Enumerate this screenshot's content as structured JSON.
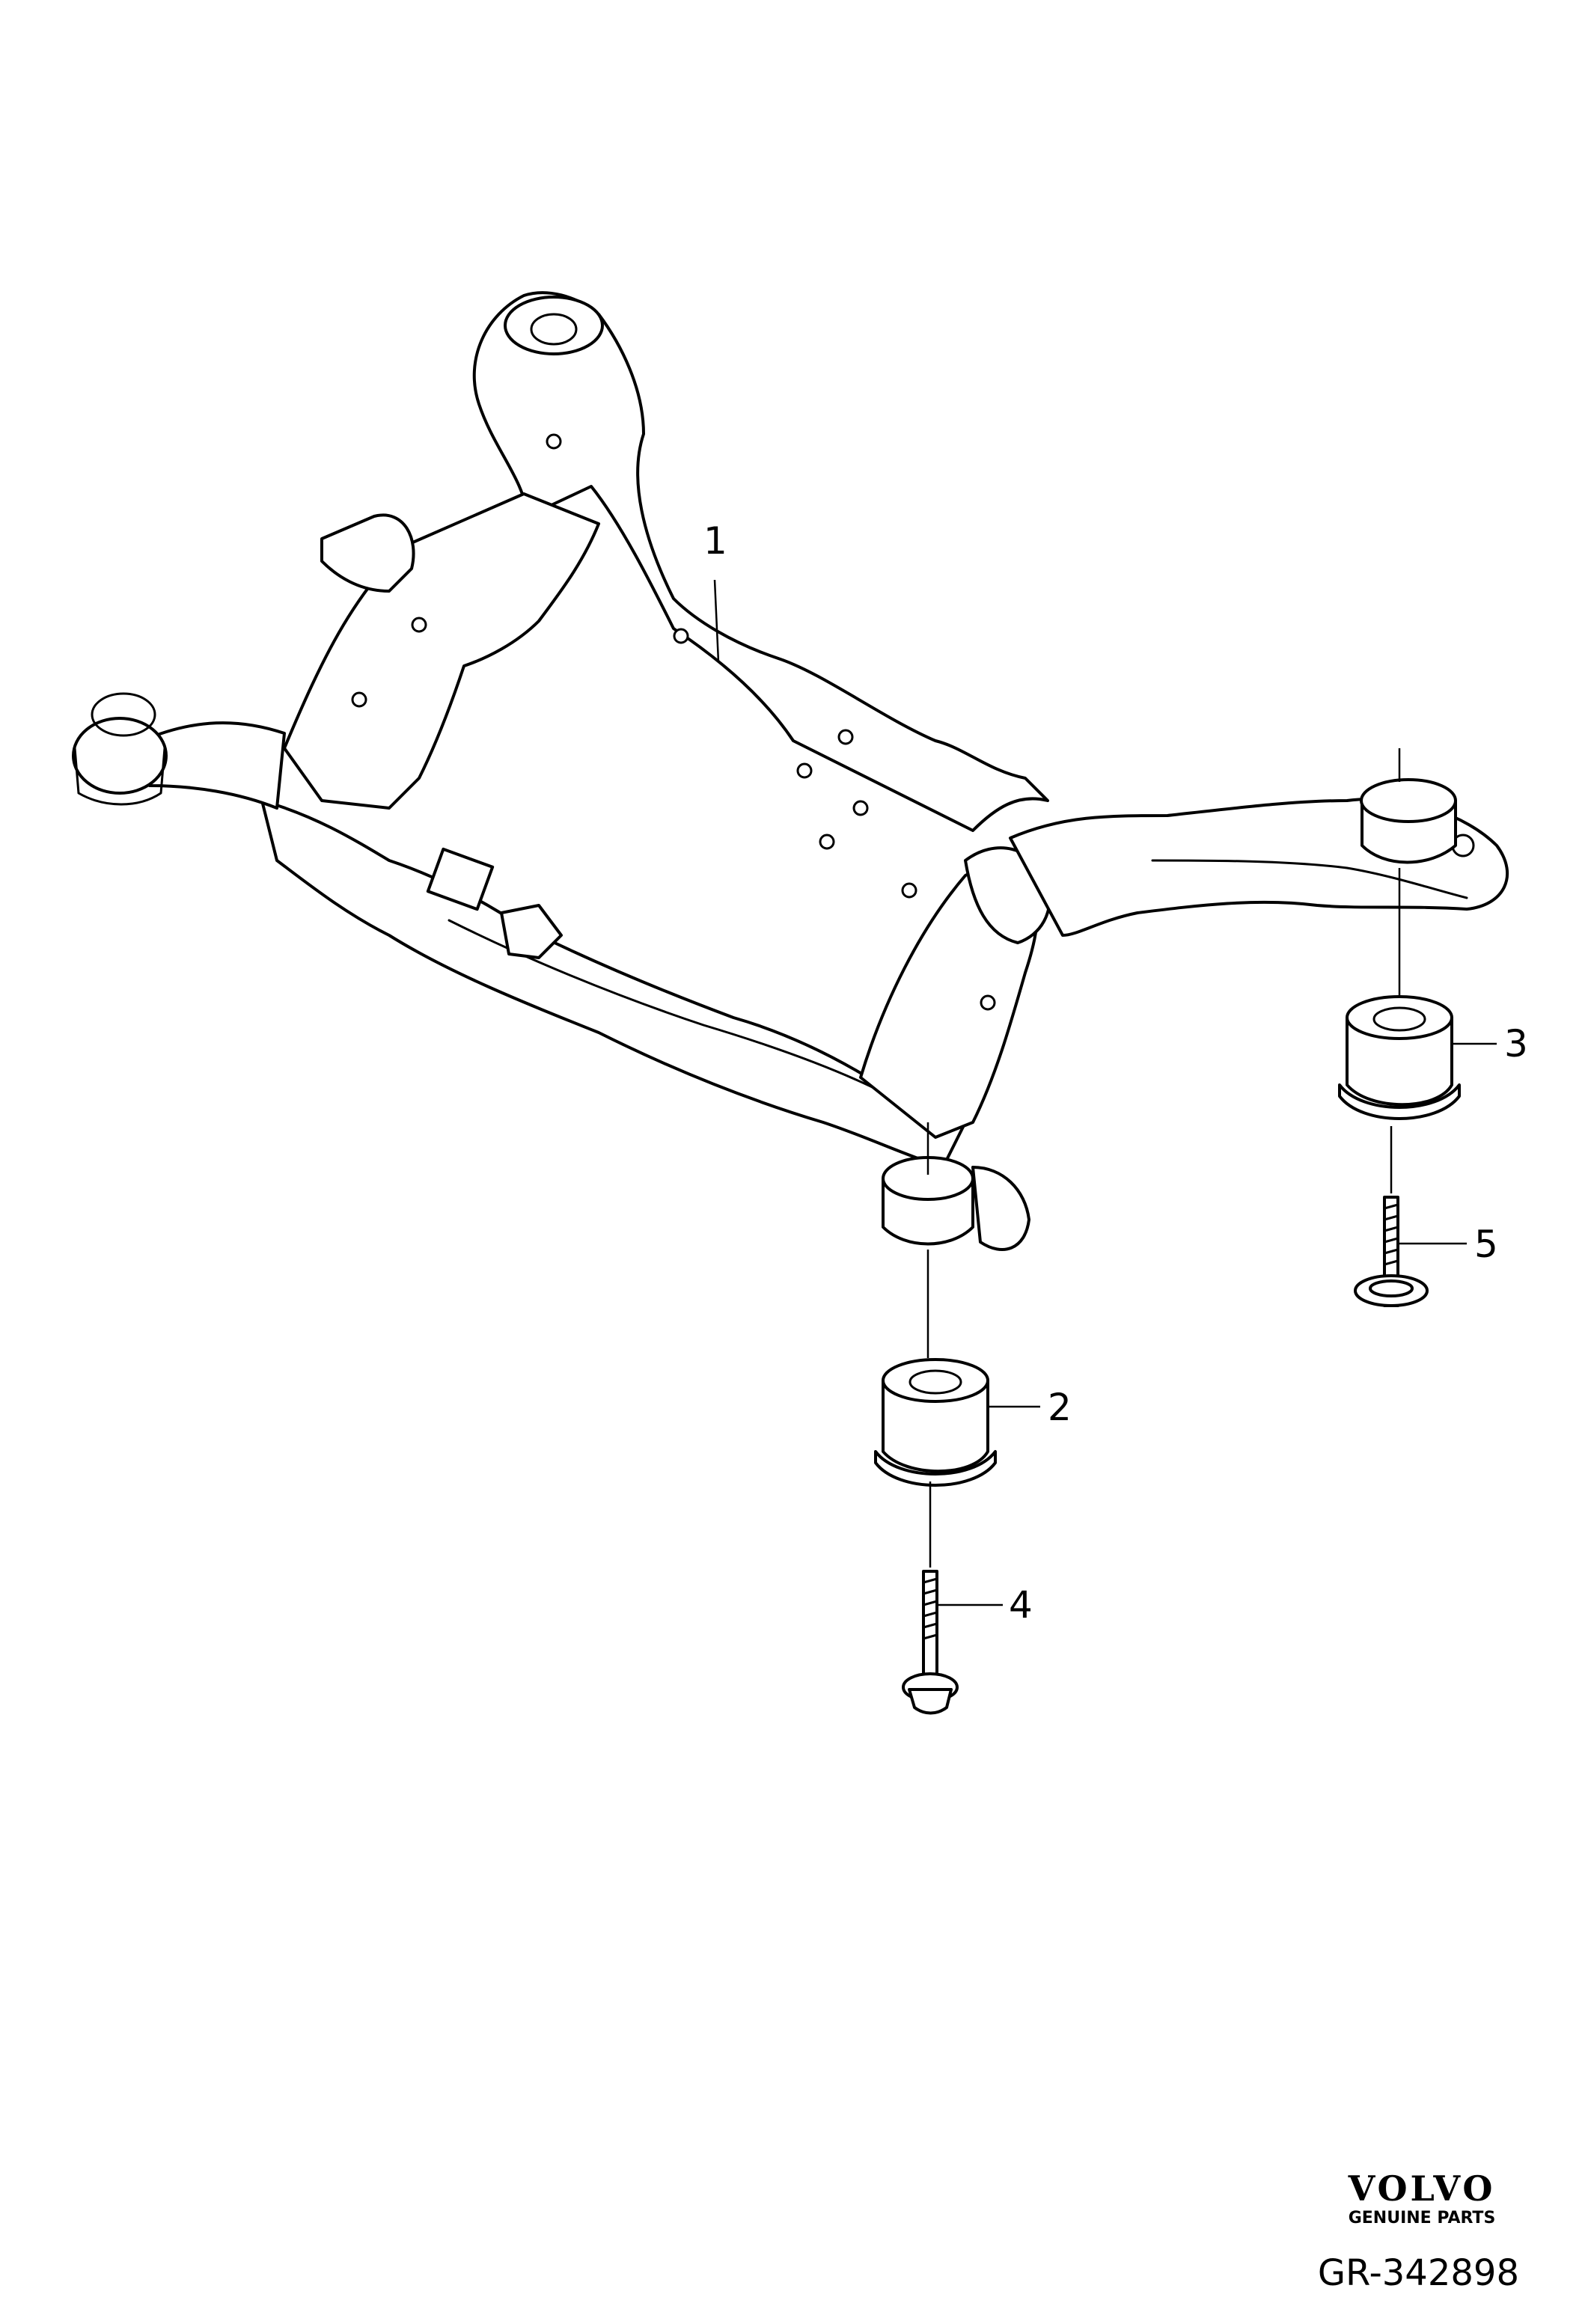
{
  "callouts": [
    {
      "id": "1",
      "label": "1"
    },
    {
      "id": "2",
      "label": "2"
    },
    {
      "id": "3",
      "label": "3"
    },
    {
      "id": "4",
      "label": "4"
    },
    {
      "id": "5",
      "label": "5"
    }
  ],
  "brand": {
    "logo_text": "VOLVO",
    "tagline": "GENUINE PARTS"
  },
  "drawing_number": "GR-342898"
}
